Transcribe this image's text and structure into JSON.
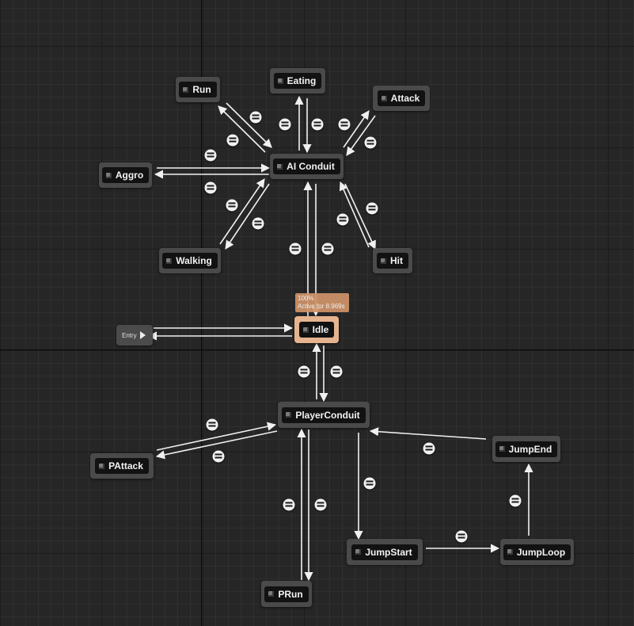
{
  "graph": {
    "entry_label": "Entry",
    "active_state": {
      "percent": "100%",
      "active_time": "Active for 8.969s"
    },
    "states": {
      "run": "Run",
      "eating": "Eating",
      "attack": "Attack",
      "aggro": "Aggro",
      "ai_conduit": "AI Conduit",
      "walking": "Walking",
      "hit": "Hit",
      "idle": "Idle",
      "player_conduit": "PlayerConduit",
      "pattack": "PAttack",
      "jump_end": "JumpEnd",
      "jump_start": "JumpStart",
      "jump_loop": "JumpLoop",
      "prun": "PRun"
    }
  },
  "colors": {
    "background": "#262626",
    "node": "#4a4a4a",
    "active_node": "#e6b38f",
    "wire": "#f0f0f0",
    "badge": "#d0946a"
  },
  "icons": {
    "state": "state-icon",
    "transition": "transition-rule-icon",
    "entry": "play-icon"
  }
}
